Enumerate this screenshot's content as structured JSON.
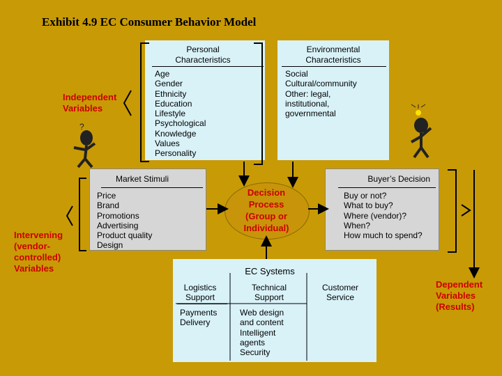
{
  "title": "Exhibit 4.9  EC Consumer Behavior Model",
  "independent_label": "Independent\nVariables",
  "intervening_label": "Intervening\n(vendor-\ncontrolled)\nVariables",
  "dependent_label": "Dependent\nVariables\n(Results)",
  "personal": {
    "header": "Personal\nCharacteristics",
    "items": "Age\nGender\nEthnicity\nEducation\nLifestyle\nPsychological\nKnowledge\nValues\nPersonality"
  },
  "environmental": {
    "header": "Environmental\nCharacteristics",
    "items": "Social\nCultural/community\nOther: legal,\ninstitutional,\ngovernmental"
  },
  "market": {
    "header": "Market Stimuli",
    "items": "Price\nBrand\nPromotions\nAdvertising\nProduct quality\nDesign"
  },
  "decision_process": "Decision\nProcess\n(Group or\nIndividual)",
  "buyers": {
    "header": "Buyer’s Decision",
    "items": "Buy or not?\nWhat to buy?\nWhere (vendor)?\nWhen?\nHow much to spend?"
  },
  "ec": {
    "header": "EC Systems",
    "col1_top": "Logistics\nSupport",
    "col1_bottom": "Payments\nDelivery",
    "col2_top": "Technical\nSupport",
    "col2_bottom": "Web design\nand content\nIntelligent\nagents\nSecurity",
    "col3_top": "Customer\nService"
  },
  "colors": {
    "background": "#c89a05",
    "box_blue": "#d8f2f8",
    "box_gray": "#d6d6d6",
    "accent_red": "#cc0000"
  },
  "icons": [
    "thinking-figure-icon",
    "idea-figure-icon",
    "lightbulb-icon"
  ]
}
